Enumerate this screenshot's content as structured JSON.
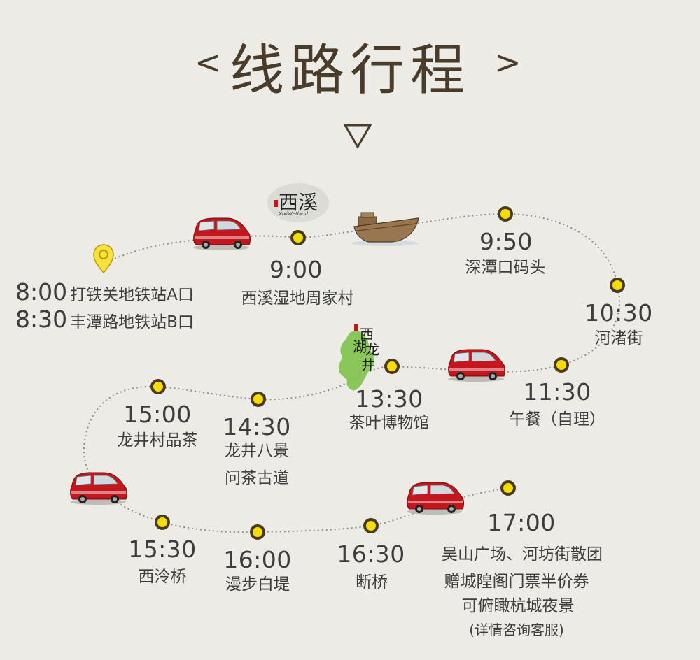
{
  "title": "线路行程",
  "title_left": "<",
  "title_right": ">",
  "start": [
    {
      "time": "8:00",
      "place": "打铁关地铁站A口"
    },
    {
      "time": "8:30",
      "place": "丰潭路地铁站B口"
    }
  ],
  "stops": [
    {
      "id": "xixi",
      "time": "9:00",
      "lines": [
        "西溪湿地周家村"
      ]
    },
    {
      "id": "shentan",
      "time": "9:50",
      "lines": [
        "深潭口码头"
      ]
    },
    {
      "id": "hezhu",
      "time": "10:30",
      "lines": [
        "河渚街"
      ]
    },
    {
      "id": "lunch",
      "time": "11:30",
      "lines": [
        "午餐（自理）"
      ]
    },
    {
      "id": "tea-museum",
      "time": "13:30",
      "lines": [
        "茶叶博物馆"
      ]
    },
    {
      "id": "bajing",
      "time": "14:30",
      "lines": [
        "龙井八景",
        "问茶古道"
      ]
    },
    {
      "id": "longjing",
      "time": "15:00",
      "lines": [
        "龙井村品茶"
      ]
    },
    {
      "id": "xiling",
      "time": "15:30",
      "lines": [
        "西泠桥"
      ]
    },
    {
      "id": "baidi",
      "time": "16:00",
      "lines": [
        "漫步白堤"
      ]
    },
    {
      "id": "duanqiao",
      "time": "16:30",
      "lines": [
        "断桥"
      ]
    }
  ],
  "final": {
    "time": "17:00",
    "line1": "吴山广场、河坊街散团",
    "line2": "赠城隍阁门票半价券",
    "line3": "可俯瞰杭城夜景",
    "line4": "(详情咨询客服)"
  },
  "logos": {
    "xixi": "西溪",
    "xixi_small": "XixiWetland",
    "west_lake": [
      "西",
      "湖",
      "龙",
      "井"
    ]
  },
  "colors": {
    "background": "#ecebe6",
    "dot": "#f5dd00",
    "dot_ring": "#4a3a20",
    "van": "#c3161d",
    "pin": "#f6e23c",
    "route": "#8c8c8c",
    "green": "#7fc24a"
  }
}
